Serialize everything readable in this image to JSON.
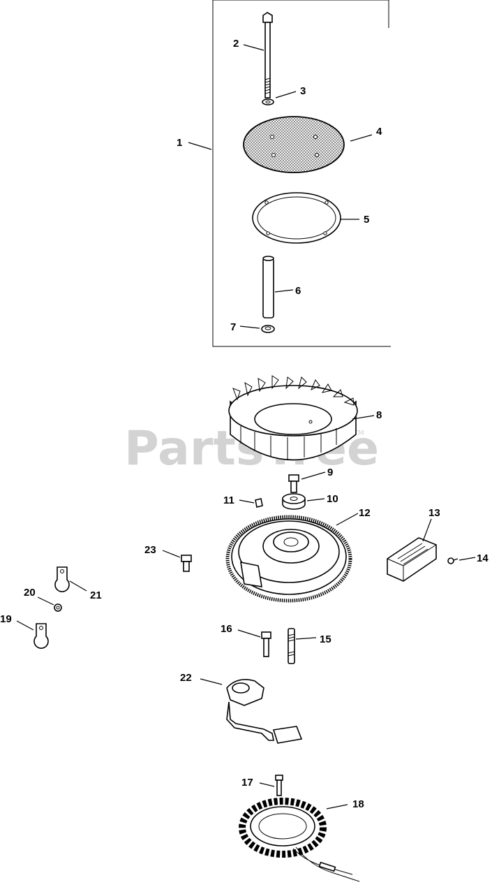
{
  "watermark": {
    "text": "PartsTree",
    "trademark": "TM"
  },
  "labels": {
    "l1": "1",
    "l2": "2",
    "l3": "3",
    "l4": "4",
    "l5": "5",
    "l6": "6",
    "l7": "7",
    "l8": "8",
    "l9": "9",
    "l10": "10",
    "l11": "11",
    "l12": "12",
    "l13": "13",
    "l14": "14",
    "l15": "15",
    "l16": "16",
    "l17": "17",
    "l18": "18",
    "l19": "19",
    "l20": "20",
    "l21": "21",
    "l22": "22",
    "l23": "23"
  }
}
